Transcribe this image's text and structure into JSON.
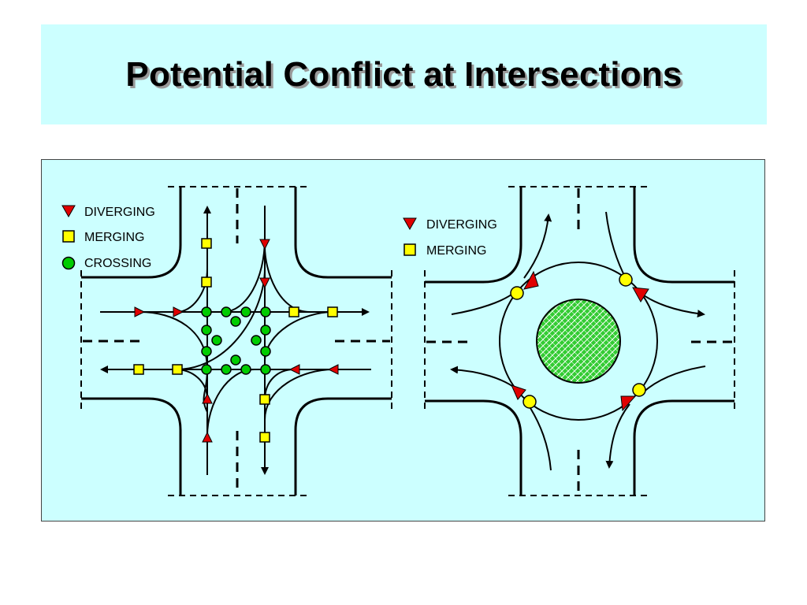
{
  "slide": {
    "title": "Potential Conflict at Intersections"
  },
  "left_diagram": {
    "legend": {
      "diverging": "DIVERGING",
      "merging": "MERGING",
      "crossing": "CROSSING"
    }
  },
  "right_diagram": {
    "legend": {
      "diverging": "DIVERGING",
      "merging": "MERGING"
    }
  },
  "colors": {
    "background_band": "#ccffff",
    "diverging_marker": "#e00000",
    "merging_marker": "#ffff00",
    "crossing_marker": "#00cc00",
    "roundabout_island": "#33cc33",
    "road_lines": "#000000"
  }
}
